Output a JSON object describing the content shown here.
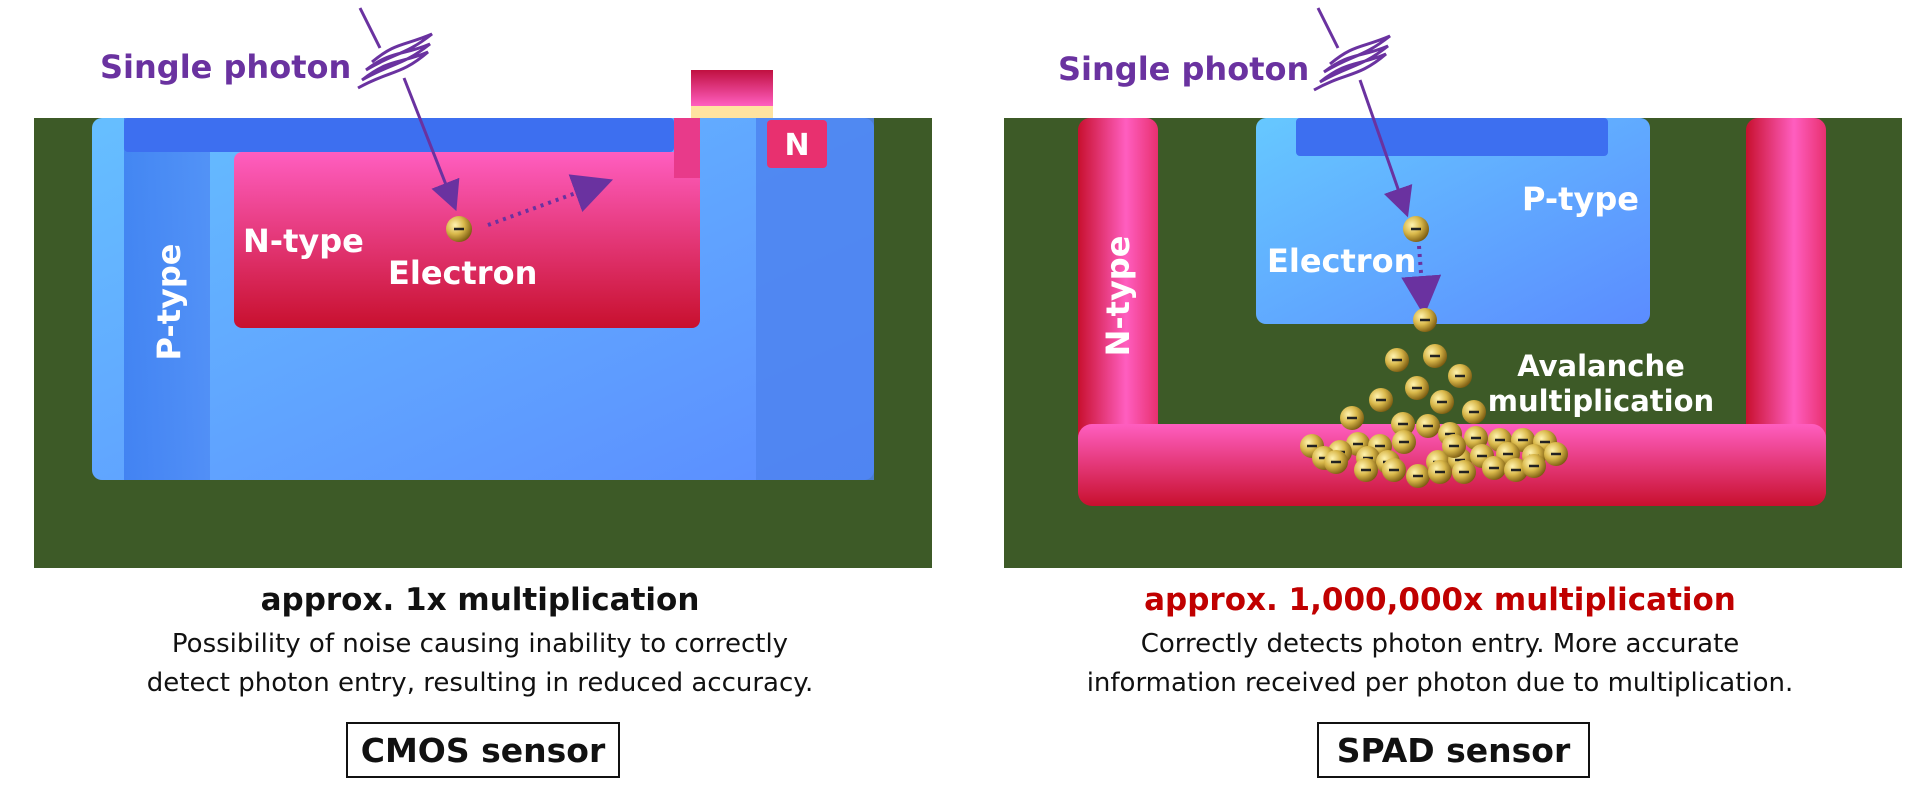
{
  "left": {
    "photon_label": "Single photon",
    "n_type_label": "N-type",
    "p_type_label": "P-type",
    "n_contact_label": "N",
    "electron_label": "Electron",
    "multiplication_title": "approx. 1x multiplication",
    "description_line1": "Possibility of noise causing inability to correctly",
    "description_line2": "detect photon entry, resulting in reduced accuracy.",
    "sensor_name": "CMOS sensor"
  },
  "right": {
    "photon_label": "Single photon",
    "n_type_label": "N-type",
    "p_type_label": "P-type",
    "electron_label": "Electron",
    "avalanche_line1": "Avalanche",
    "avalanche_line2": "multiplication",
    "multiplication_title": "approx. 1,000,000x multiplication",
    "description_line1": "Correctly detects photon entry. More accurate",
    "description_line2": "information received per photon due to multiplication.",
    "sensor_name": "SPAD sensor"
  },
  "colors": {
    "substrate": "#3d5a27",
    "p_type": "#5ba8ff",
    "n_type": "#e8306f",
    "photon": "#6a32a0",
    "electron": "#d9b84a",
    "highlight_red": "#c00000"
  }
}
